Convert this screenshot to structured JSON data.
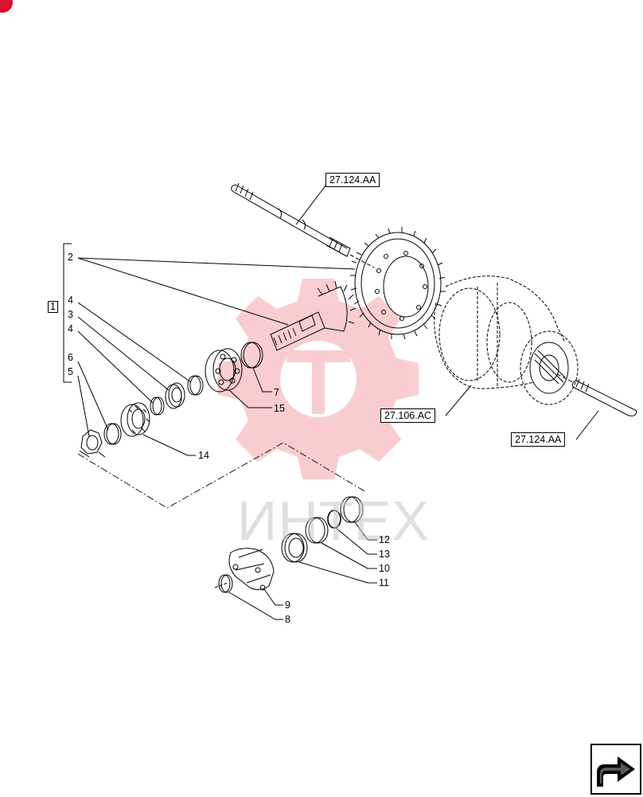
{
  "refs": {
    "top_shaft": "27.124.AA",
    "housing": "27.106.AC",
    "bottom_shaft": "27.124.AA"
  },
  "group": "1",
  "labels": {
    "n2": "2",
    "n4a": "4",
    "n3": "3",
    "n4b": "4",
    "n6": "6",
    "n5": "5",
    "n7": "7",
    "n15": "15",
    "n14": "14",
    "n12": "12",
    "n13": "13",
    "n10": "10",
    "n11": "11",
    "n9": "9",
    "n8": "8"
  },
  "watermark": "ИНТЕХ",
  "colors": {
    "line": "#000000",
    "watermark_red": "#e8202a",
    "brand_red": "#d9112a"
  },
  "icons": {
    "nav": "next-page-arrow-icon"
  }
}
